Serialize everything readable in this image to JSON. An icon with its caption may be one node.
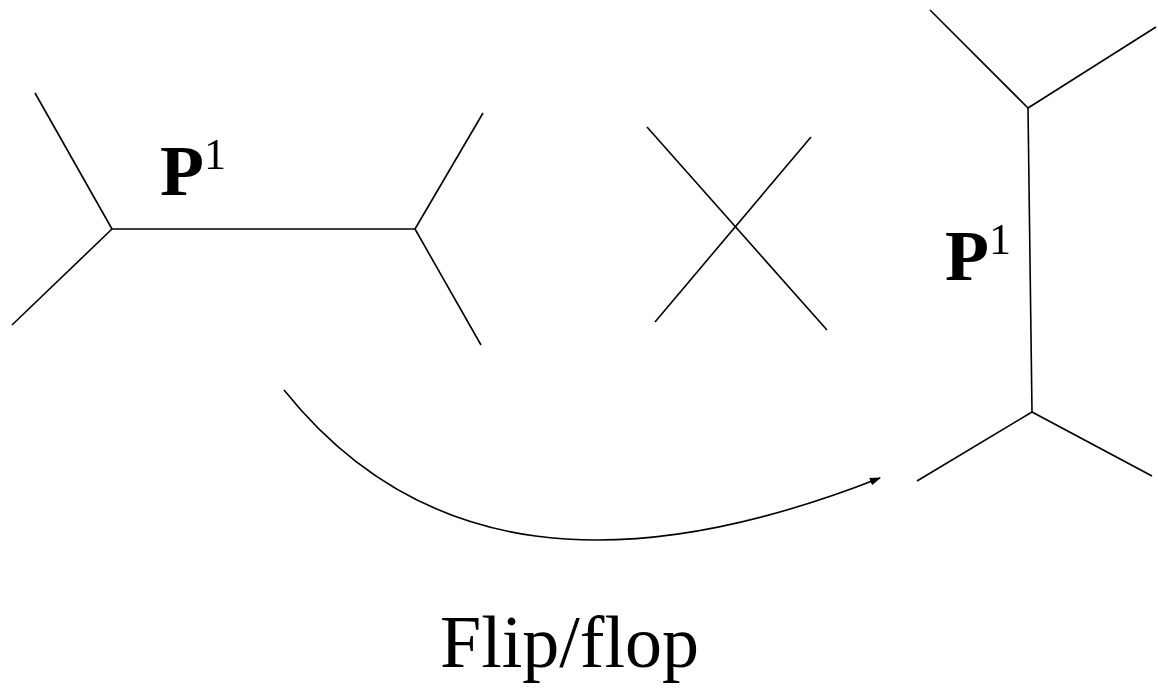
{
  "diagram": {
    "nodes": [
      {
        "text": [
          "**P**$^{1}$"
        ]
      },
      {
        "text": [],
        "shape": "picture"
      },
      {
        "text": [
          "**P**$^{1}$"
        ]
      }
    ],
    "edges": [
      {
        "from": 0,
        "to": 2,
        "arrow": "to"
      }
    ],
    "labels": [
      "Flip/flop"
    ]
  }
}
